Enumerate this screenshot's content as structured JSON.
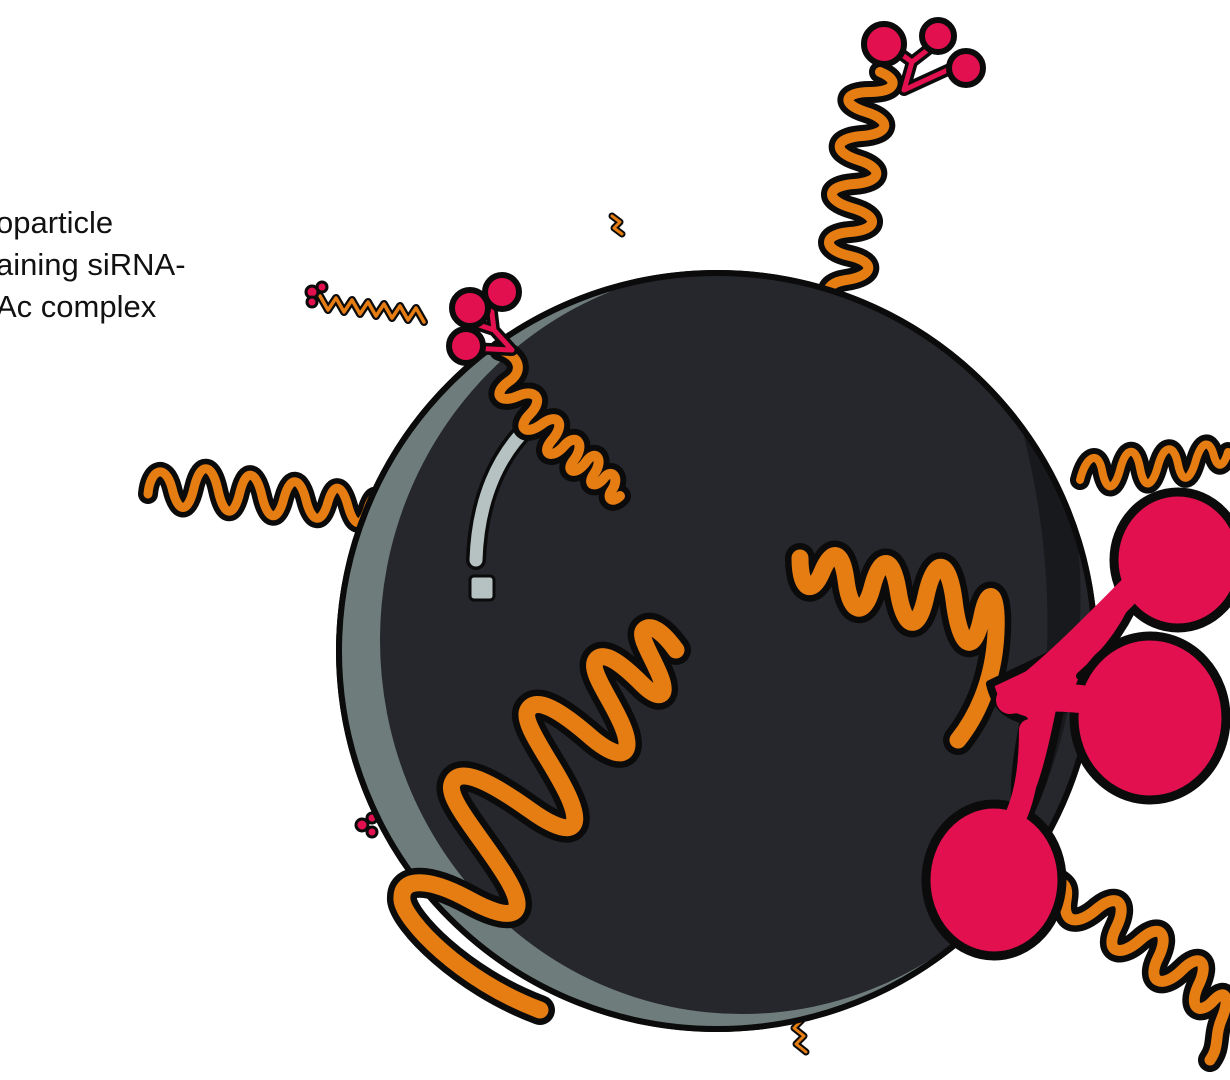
{
  "caption": {
    "lines": [
      "oparticle",
      "aining siRNA-",
      "Ac complex"
    ]
  },
  "palette": {
    "sphere": "#26272c",
    "sphere_rim": "#6e7c7b",
    "sphere_shadow": "#18191c",
    "highlight": "#b6c1c2",
    "ligand_chain": "#e57d12",
    "ligand_sugar": "#e2104f",
    "outline": "#0b0b0b"
  }
}
